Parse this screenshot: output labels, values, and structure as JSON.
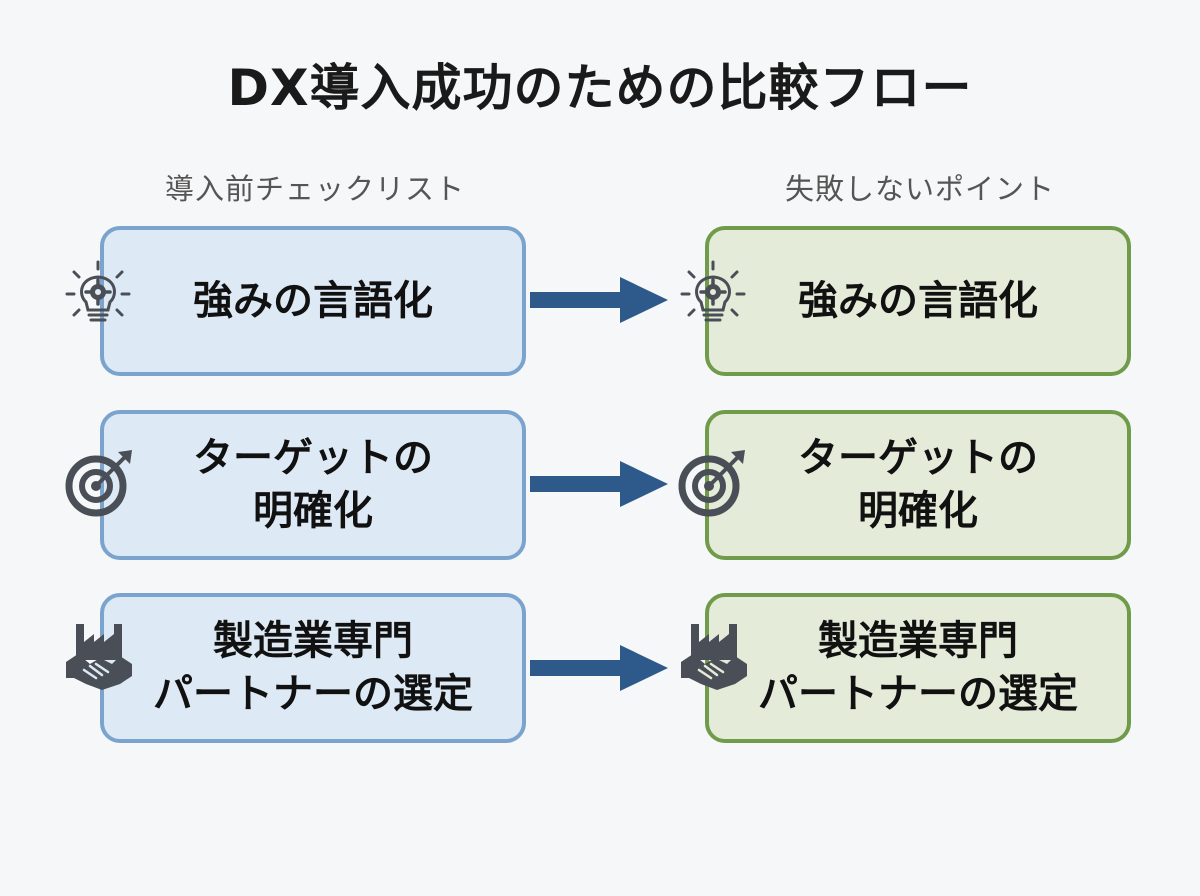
{
  "title": "DX導入成功のための比較フロー",
  "columns": {
    "left_heading": "導入前チェックリスト",
    "right_heading": "失敗しないポイント"
  },
  "rows": [
    {
      "icon": "lightbulb-gear-icon",
      "left_label": "強みの言語化",
      "right_label": "強みの言語化"
    },
    {
      "icon": "target-arrow-icon",
      "left_label": "ターゲットの\n明確化",
      "right_label": "ターゲットの\n明確化"
    },
    {
      "icon": "factory-handshake-icon",
      "left_label": "製造業専門\nパートナーの選定",
      "right_label": "製造業専門\nパートナーの選定"
    }
  ],
  "colors": {
    "left_fill": "#dde9f4",
    "left_border": "#7aa3cd",
    "right_fill": "#e4ecd9",
    "right_border": "#6f9b4a",
    "arrow": "#2d5a8a",
    "icon": "#4a4f57"
  }
}
